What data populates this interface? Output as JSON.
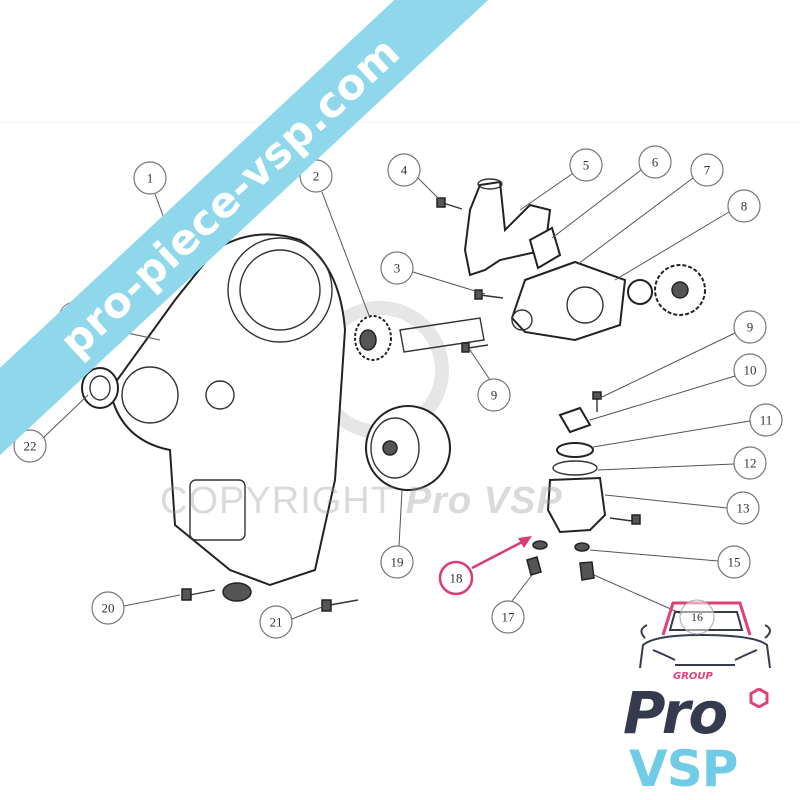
{
  "banner": {
    "text": "pro-piece-vsp.com",
    "color": "#8fd7ea"
  },
  "watermark": {
    "prefix": "COPYRIGHT",
    "brand": "Pro VSP"
  },
  "callouts": [
    {
      "label": "1"
    },
    {
      "label": "2"
    },
    {
      "label": "3"
    },
    {
      "label": "4"
    },
    {
      "label": "5"
    },
    {
      "label": "6"
    },
    {
      "label": "7"
    },
    {
      "label": "8"
    },
    {
      "label": "9"
    },
    {
      "label": "9"
    },
    {
      "label": "10"
    },
    {
      "label": "11"
    },
    {
      "label": "12"
    },
    {
      "label": "13"
    },
    {
      "label": "15"
    },
    {
      "label": "16"
    },
    {
      "label": "17"
    },
    {
      "label": "18"
    },
    {
      "label": "19"
    },
    {
      "label": "20"
    },
    {
      "label": "21"
    },
    {
      "label": "22"
    }
  ],
  "highlight": {
    "label": "18",
    "color": "#d63d7a"
  },
  "logo": {
    "group": "GROUP",
    "pro": "Pro",
    "vsp": "VSP",
    "pink": "#e0407a",
    "navy": "#353a4f",
    "blue": "#6fcbe6"
  }
}
